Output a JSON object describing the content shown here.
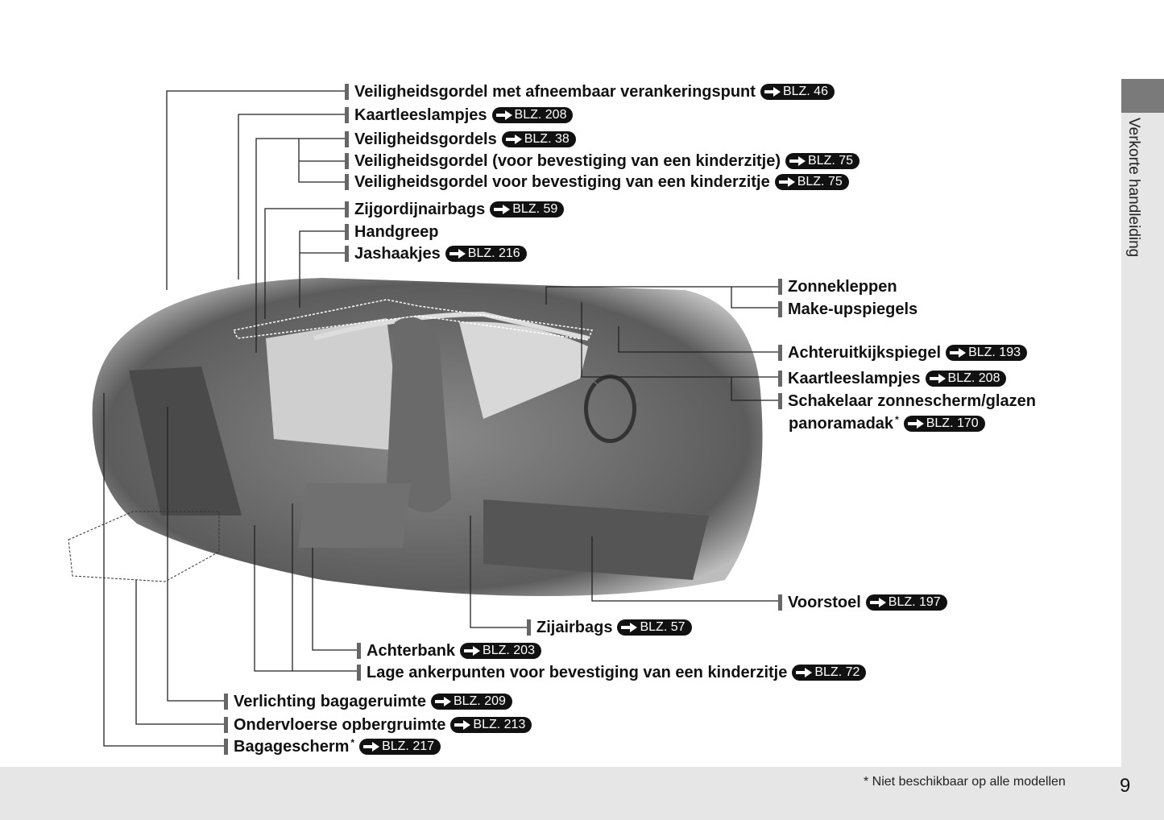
{
  "side_tab": {
    "label": "Verkorte handleiding"
  },
  "labels_top": [
    {
      "text": "Veiligheidsgordel met afneembaar verankeringspunt",
      "ref": "BLZ. 46"
    },
    {
      "text": "Kaartleeslampjes",
      "ref": "BLZ. 208"
    },
    {
      "text": "Veiligheidsgordels",
      "ref": "BLZ. 38"
    },
    {
      "text": "Veiligheidsgordel (voor bevestiging van een kinderzitje)",
      "ref": "BLZ. 75"
    },
    {
      "text": "Veiligheidsgordel voor bevestiging van een kinderzitje",
      "ref": "BLZ. 75"
    },
    {
      "text": "Zijgordijnairbags",
      "ref": "BLZ. 59"
    },
    {
      "text": "Handgreep"
    },
    {
      "text": "Jashaakjes",
      "ref": "BLZ. 216"
    }
  ],
  "labels_right": [
    {
      "text": "Zonnekleppen"
    },
    {
      "text": "Make-upspiegels"
    },
    {
      "text": "Achteruitkijkspiegel",
      "ref": "BLZ. 193"
    },
    {
      "text": "Kaartleeslampjes",
      "ref": "BLZ. 208"
    },
    {
      "text": "Schakelaar zonnescherm/glazen"
    },
    {
      "text": "panoramadak",
      "asterisk": "*",
      "ref": "BLZ. 170"
    },
    {
      "text": "Voorstoel",
      "ref": "BLZ. 197"
    }
  ],
  "labels_bottom": [
    {
      "text": "Zijairbags",
      "ref": "BLZ. 57"
    },
    {
      "text": "Achterbank",
      "ref": "BLZ. 203"
    },
    {
      "text": "Lage ankerpunten voor bevestiging van een kinderzitje",
      "ref": "BLZ. 72"
    },
    {
      "text": "Verlichting bagageruimte",
      "ref": "BLZ. 209"
    },
    {
      "text": "Ondervloerse opbergruimte",
      "ref": "BLZ. 213"
    },
    {
      "text": "Bagagescherm",
      "asterisk": "*",
      "ref": "BLZ. 217"
    }
  ],
  "footer": {
    "note": "* Niet beschikbaar op alle modellen",
    "page": "9"
  }
}
